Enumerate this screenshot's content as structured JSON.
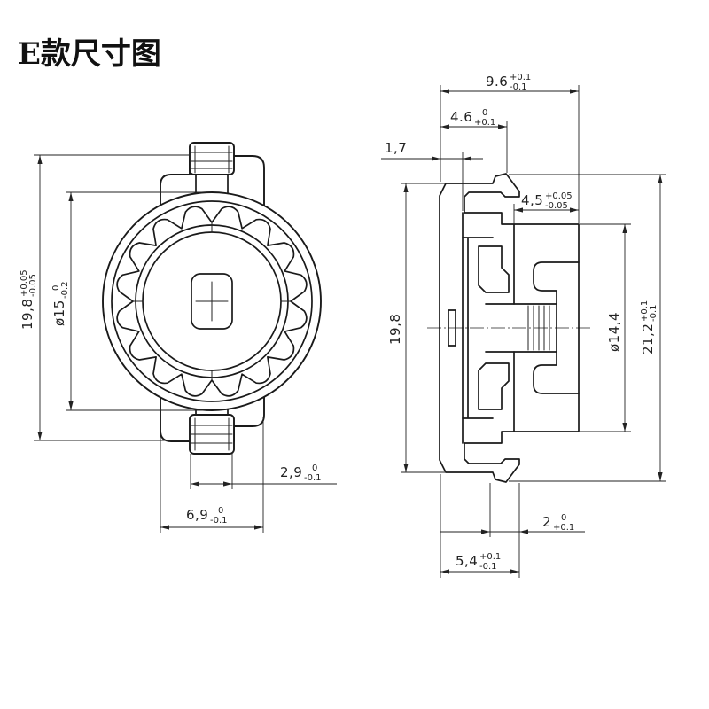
{
  "title": "E款尺寸图",
  "front_view": {
    "overall_height": {
      "value": "19,8",
      "upper": "+0.05",
      "lower": "-0.05"
    },
    "diameter": {
      "value": "ø15",
      "upper": "0",
      "lower": "-0.2"
    },
    "clip_width": {
      "value": "2,9",
      "upper": "0",
      "lower": "-0.1"
    },
    "base_width": {
      "value": "6,9",
      "upper": "0",
      "lower": "-0.1"
    }
  },
  "side_view": {
    "overall_depth": {
      "value": "9.6",
      "upper": "+0.1",
      "lower": "-0.1"
    },
    "hook_offset": {
      "value": "4.6",
      "upper": "0",
      "lower": "+0.1"
    },
    "flange_thickness": {
      "value": "1,7"
    },
    "body_depth": {
      "value": "4,5",
      "upper": "+0.05",
      "lower": "-0.05"
    },
    "flange_height": {
      "value": "19,8"
    },
    "body_diameter": {
      "value": "ø14,4"
    },
    "hook_span": {
      "value": "21,2",
      "upper": "+0.1",
      "lower": "-0.1"
    },
    "hook_width": {
      "value": "2",
      "upper": "0",
      "lower": "+0.1"
    },
    "hook_reach": {
      "value": "5,4",
      "upper": "+0.1",
      "lower": "-0.1"
    }
  },
  "colors": {
    "line": "#1a1a1a",
    "background": "#ffffff"
  }
}
